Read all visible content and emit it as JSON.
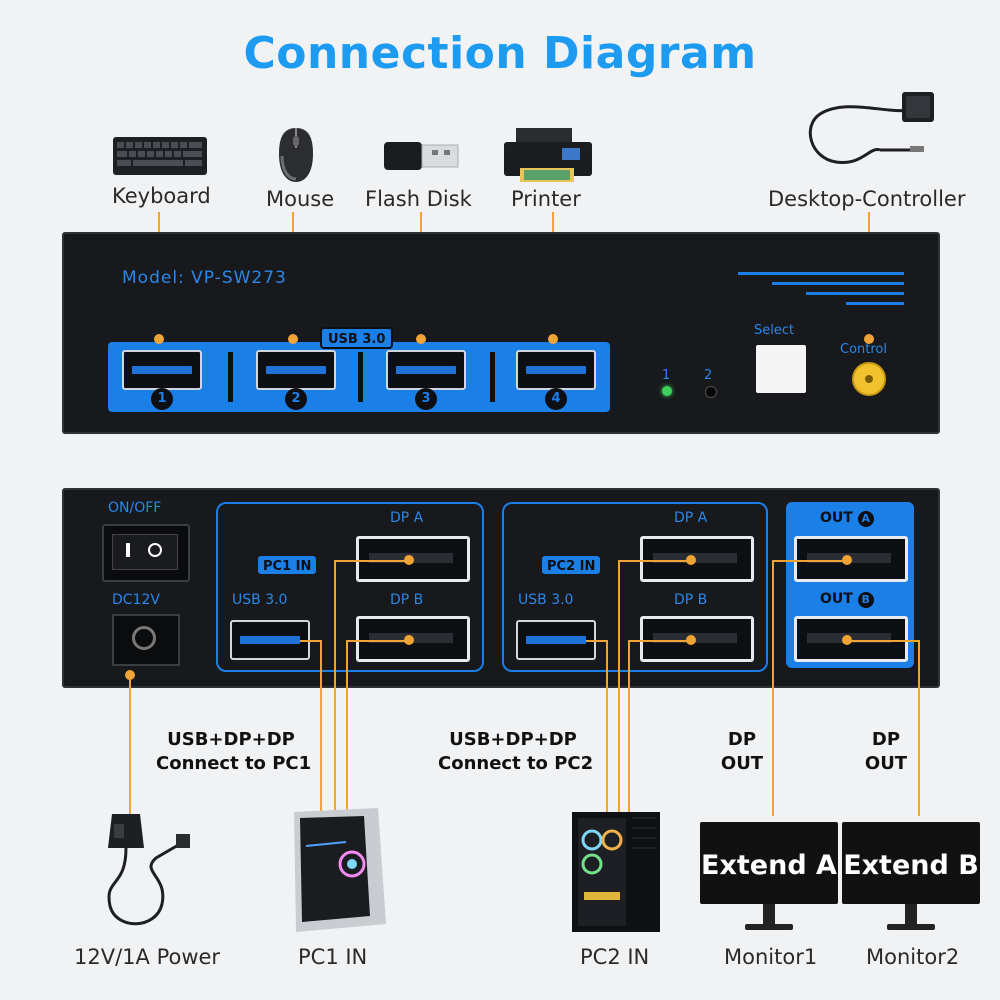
{
  "title": "Connection Diagram",
  "devices": {
    "keyboard": "Keyboard",
    "mouse": "Mouse",
    "flash_disk": "Flash Disk",
    "printer": "Printer",
    "desktop_controller": "Desktop-Controller"
  },
  "front_panel": {
    "model": "Model: VP-SW273",
    "usb_badge": "USB 3.0",
    "ports": [
      "1",
      "2",
      "3",
      "4"
    ],
    "led_labels": [
      "1",
      "2"
    ],
    "select_label": "Select",
    "control_label": "Control"
  },
  "back_panel": {
    "power_switch_label": "ON/OFF",
    "dc_label": "DC12V",
    "pc1_in": "PC1 IN",
    "pc2_in": "PC2 IN",
    "usb30": "USB 3.0",
    "dp_a": "DP A",
    "dp_b": "DP B",
    "out_a": "OUT",
    "out_a_letter": "A",
    "out_b": "OUT",
    "out_b_letter": "B"
  },
  "captions": {
    "pc1_line1": "USB+DP+DP",
    "pc1_line2": "Connect to PC1",
    "pc2_line1": "USB+DP+DP",
    "pc2_line2": "Connect to PC2",
    "dp_out_1a": "DP",
    "dp_out_1b": "OUT",
    "dp_out_2a": "DP",
    "dp_out_2b": "OUT"
  },
  "monitors": {
    "screen_a": "Extend A",
    "screen_b": "Extend B"
  },
  "bottom_labels": {
    "power": "12V/1A Power",
    "pc1": "PC1 IN",
    "pc2": "PC2 IN",
    "monitor1": "Monitor1",
    "monitor2": "Monitor2"
  },
  "colors": {
    "accent_blue": "#1c9bf0",
    "panel_blue": "#1b7fe8",
    "wire_orange": "#f1a436",
    "panel_black": "#17191c"
  }
}
